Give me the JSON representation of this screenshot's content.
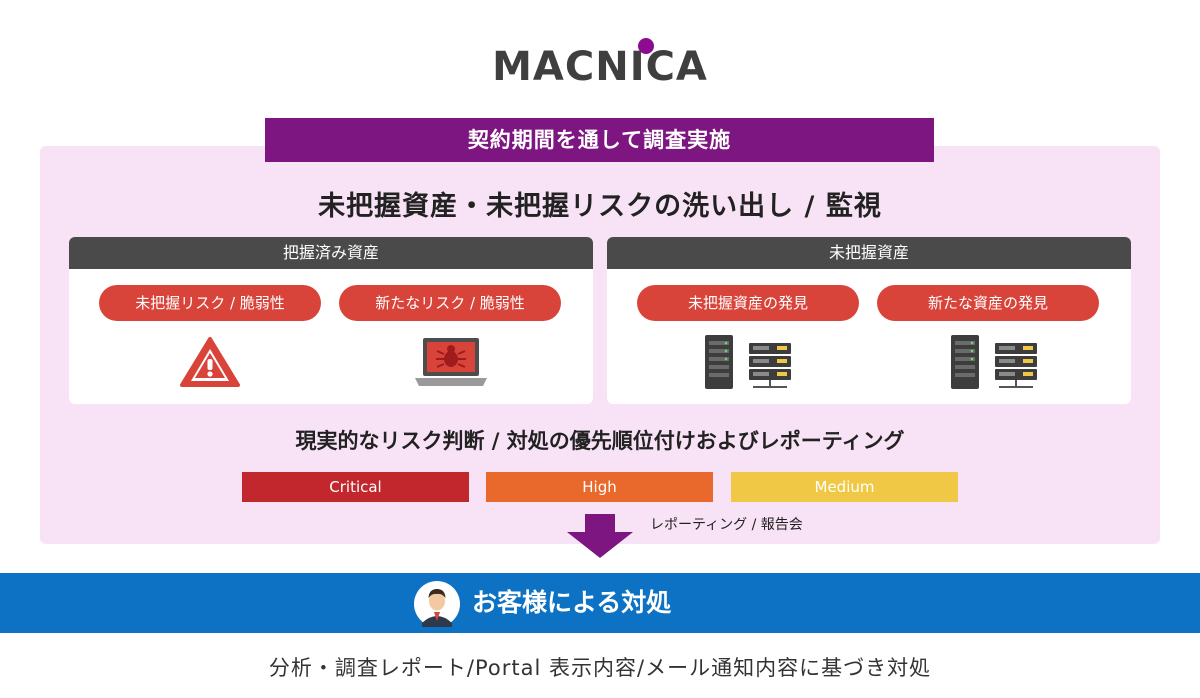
{
  "logo": {
    "text": "MACNICA"
  },
  "period_banner": "契約期間を通して調査実施",
  "main_heading": "未把握資産・未把握リスクの洗い出し / 監視",
  "cards": {
    "known": {
      "title": "把握済み資産",
      "items": [
        {
          "label": "未把握リスク / 脆弱性",
          "icon": "warning-icon"
        },
        {
          "label": "新たなリスク / 脆弱性",
          "icon": "laptop-bug-icon"
        }
      ]
    },
    "unknown": {
      "title": "未把握資産",
      "items": [
        {
          "label": "未把握資産の発見",
          "icon": "servers-icon"
        },
        {
          "label": "新たな資産の発見",
          "icon": "servers-icon"
        }
      ]
    }
  },
  "sub_heading": "現実的なリスク判断 / 対処の優先順位付けおよびレポーティング",
  "severity": [
    {
      "label": "Critical",
      "color": "#c1272d"
    },
    {
      "label": "High",
      "color": "#e8692b"
    },
    {
      "label": "Medium",
      "color": "#f1c845"
    }
  ],
  "report_label": "レポーティング / 報告会",
  "customer_bar": {
    "text": "お客様による対処",
    "icon": "businessman-avatar-icon"
  },
  "footer": "分析・調査レポート/Portal 表示内容/メール通知内容に基づき対処",
  "colors": {
    "purple": "#7e1681",
    "panel": "#f8e3f6",
    "blue": "#0d72c3",
    "red_pill": "#d9443a"
  }
}
